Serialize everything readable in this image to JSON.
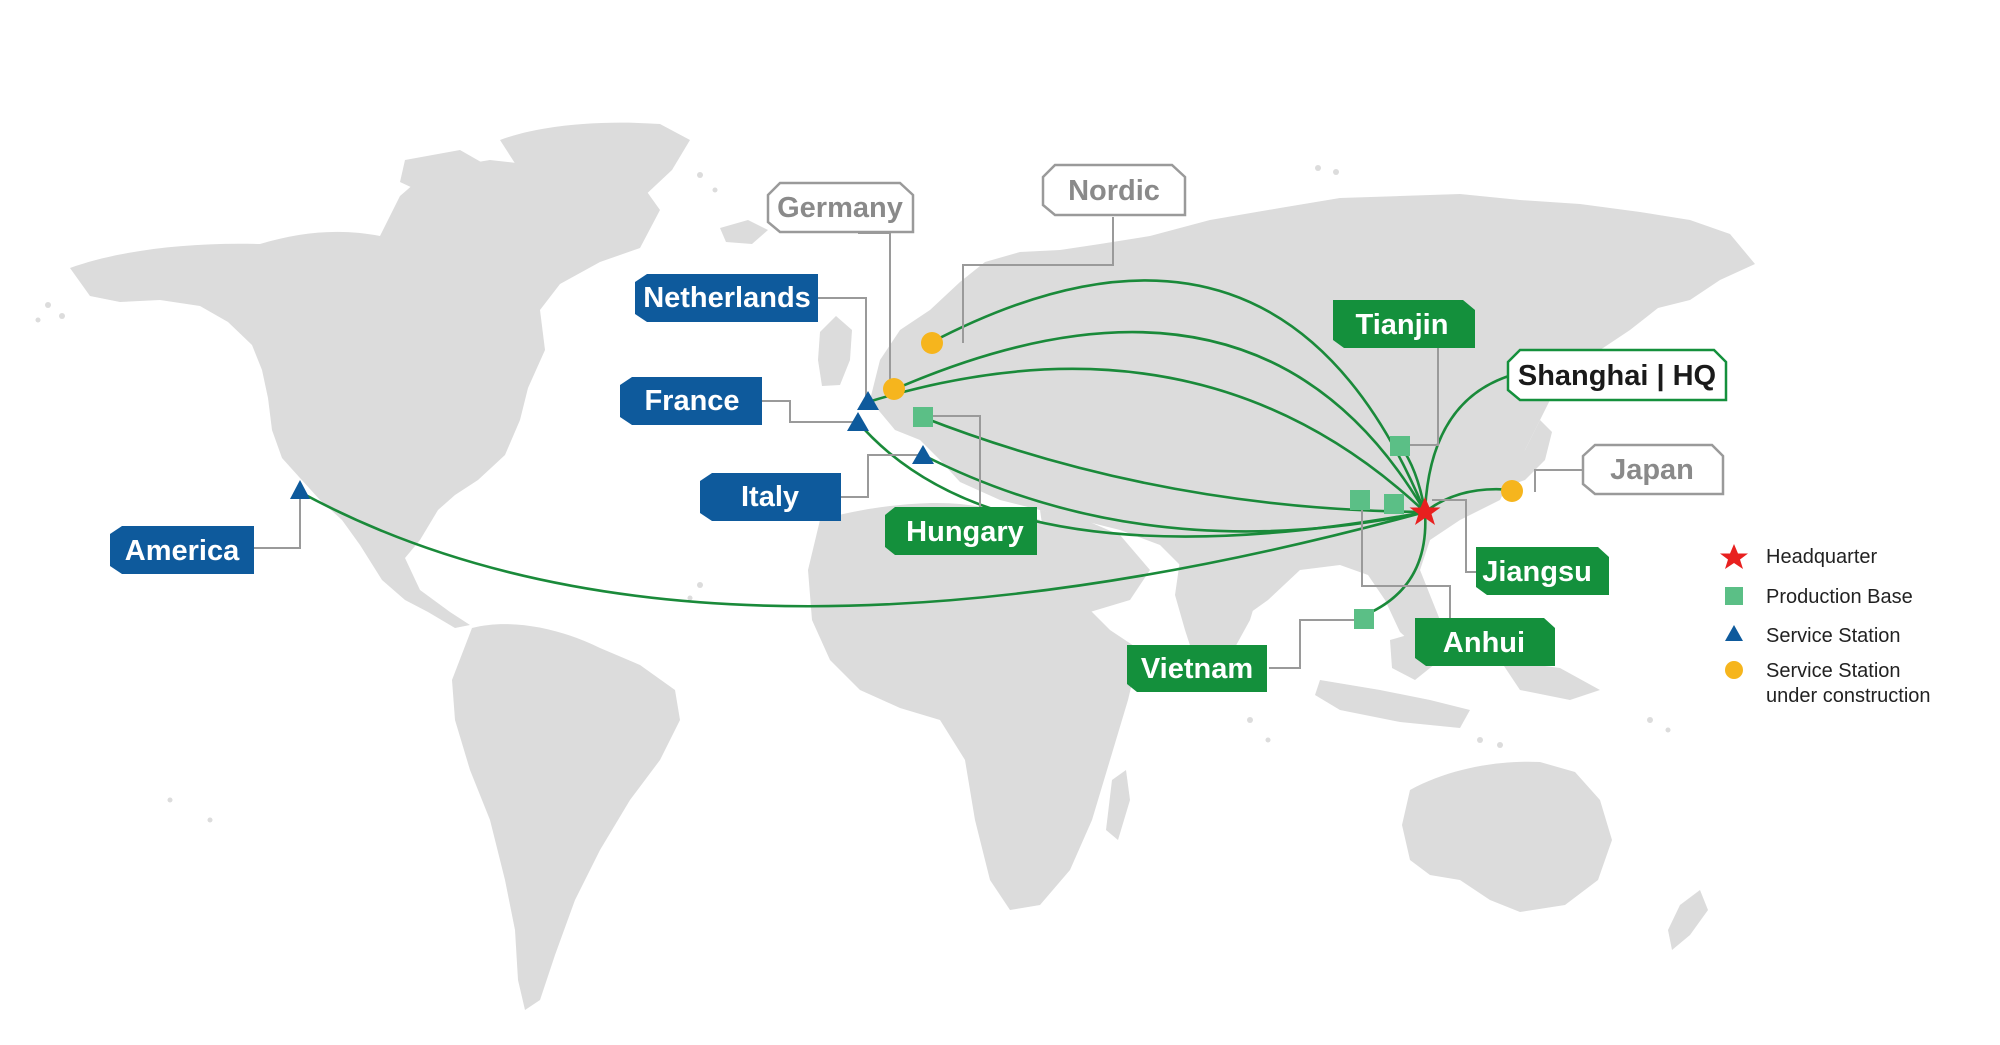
{
  "colors": {
    "service_blue": "#0e5a9c",
    "production_green": "#14903c",
    "production_square": "#5bbf86",
    "headquarter_red": "#e8201f",
    "construction_yellow": "#f6b51d",
    "outline_gray": "#9a9a9a",
    "route_green": "#1a8a3a",
    "land_gray": "#dcdcdc"
  },
  "labels": {
    "america": "America",
    "netherlands": "Netherlands",
    "france": "France",
    "italy": "Italy",
    "germany": "Germany",
    "nordic": "Nordic",
    "hungary": "Hungary",
    "tianjin": "Tianjin",
    "shanghai": "Shanghai | HQ",
    "japan": "Japan",
    "jiangsu": "Jiangsu",
    "anhui": "Anhui",
    "vietnam": "Vietnam"
  },
  "legend": {
    "headquarter": "Headquarter",
    "production_base": "Production Base",
    "service_station": "Service Station",
    "under_construction_line1": "Service Station",
    "under_construction_line2": "under construction"
  },
  "sites": [
    {
      "name": "Shanghai | HQ",
      "type": "headquarter"
    },
    {
      "name": "Tianjin",
      "type": "production_base"
    },
    {
      "name": "Jiangsu",
      "type": "production_base"
    },
    {
      "name": "Anhui",
      "type": "production_base"
    },
    {
      "name": "Vietnam",
      "type": "production_base"
    },
    {
      "name": "Hungary",
      "type": "production_base"
    },
    {
      "name": "America",
      "type": "service_station"
    },
    {
      "name": "France",
      "type": "service_station"
    },
    {
      "name": "Netherlands",
      "type": "service_station"
    },
    {
      "name": "Italy",
      "type": "service_station"
    },
    {
      "name": "Germany",
      "type": "service_station_under_construction"
    },
    {
      "name": "Nordic",
      "type": "service_station_under_construction"
    },
    {
      "name": "Japan",
      "type": "service_station_under_construction"
    }
  ]
}
